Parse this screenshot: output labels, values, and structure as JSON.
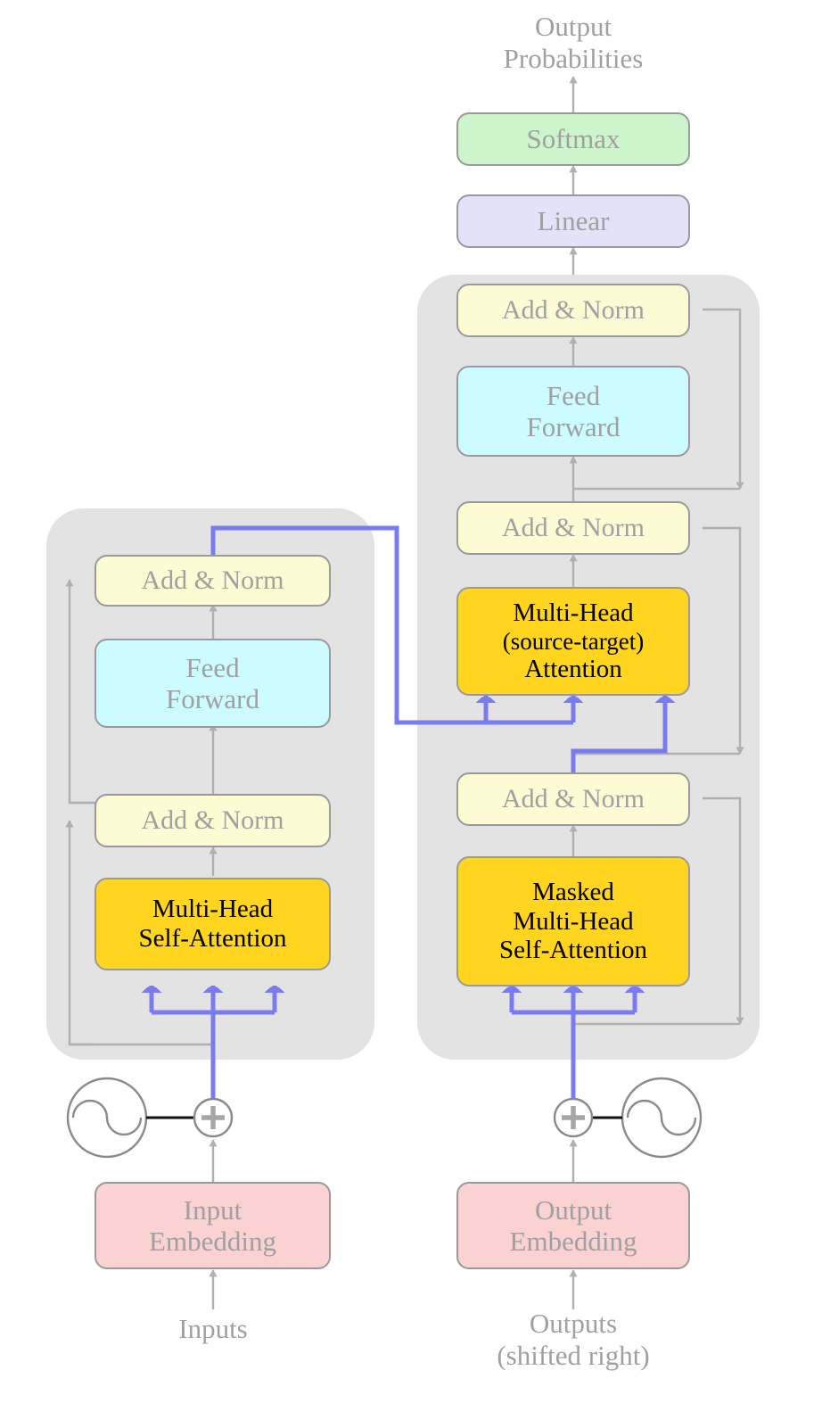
{
  "diagram": {
    "title_top": "Output\nProbabilities",
    "colors": {
      "attention_fill": "#FFD520",
      "addnorm_fill": "#FCFBD4",
      "feedforward_fill": "#CCFCFF",
      "embedding_fill": "#FAD2D2",
      "linear_fill": "#E2E2F8",
      "softmax_fill": "#CCF5CC",
      "container_fill": "#E3E3E3",
      "stroke_grey": "#9a9a9a",
      "text_grey": "#a0a0a0",
      "flow_blue": "#7b7bf0",
      "arrow_grey": "#b0b0b0"
    },
    "encoder": {
      "container_name": "encoder-stack",
      "blocks": [
        {
          "id": "enc-addnorm-2",
          "label": "Add & Norm"
        },
        {
          "id": "enc-ffn",
          "label": "Feed\nForward"
        },
        {
          "id": "enc-addnorm-1",
          "label": "Add & Norm"
        },
        {
          "id": "enc-attn",
          "label": "Multi-Head\nSelf-Attention"
        }
      ]
    },
    "decoder": {
      "container_name": "decoder-stack",
      "blocks": [
        {
          "id": "dec-addnorm-3",
          "label": "Add & Norm"
        },
        {
          "id": "dec-ffn",
          "label": "Feed\nForward"
        },
        {
          "id": "dec-addnorm-2",
          "label": "Add & Norm"
        },
        {
          "id": "dec-cross-attn",
          "label": "Multi-Head\n(source-target)\nAttention"
        },
        {
          "id": "dec-addnorm-1",
          "label": "Add & Norm"
        },
        {
          "id": "dec-masked-attn",
          "label": "Masked\nMulti-Head\nSelf-Attention"
        }
      ]
    },
    "head": {
      "linear": "Linear",
      "softmax": "Softmax",
      "output_line1": "Output",
      "output_line2": "Probabilities"
    },
    "inputs": {
      "embedding": "Input\nEmbedding",
      "embedding_line1": "Input",
      "embedding_line2": "Embedding",
      "source_label": "Inputs",
      "positional_icon": "positional-encoding-icon",
      "sum_icon": "plus-circle-icon"
    },
    "outputs": {
      "embedding_line1": "Output",
      "embedding_line2": "Embedding",
      "source_label_line1": "Outputs",
      "source_label_line2": "(shifted right)",
      "positional_icon": "positional-encoding-icon",
      "sum_icon": "plus-circle-icon"
    }
  }
}
